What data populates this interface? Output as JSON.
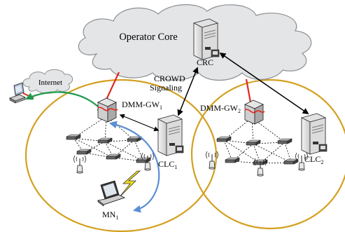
{
  "cloud_label": "Operator Core",
  "internet_label": "Internet",
  "signaling_line1": "CROWD",
  "signaling_line2": "Signaling",
  "crc": {
    "label": "CRC"
  },
  "gw1": {
    "base": "DMM-GW",
    "sub": "1"
  },
  "gw2": {
    "base": "DMM-GW",
    "sub": "2"
  },
  "clc1": {
    "base": "CLC",
    "sub": "1"
  },
  "clc2": {
    "base": "CLC",
    "sub": "2"
  },
  "mn1": {
    "base": "MN",
    "sub": "1"
  },
  "colors": {
    "region_border": "#d4a020",
    "cloud_fill": "#e3e5e7",
    "cloud_stroke": "#8d8f92",
    "backhaul": "#e0281f",
    "internet_path": "#1f9a4b",
    "mobility_path": "#5b8fd3",
    "signaling": "#000000",
    "wireless": "#f2dc1c"
  },
  "icons": {
    "gateway": "router-cube-icon",
    "server": "server-tower-icon",
    "client": "desktop-computer-icon",
    "mobile": "laptop-icon",
    "access_point": "wifi-access-point-icon",
    "switch": "network-switch-icon"
  }
}
